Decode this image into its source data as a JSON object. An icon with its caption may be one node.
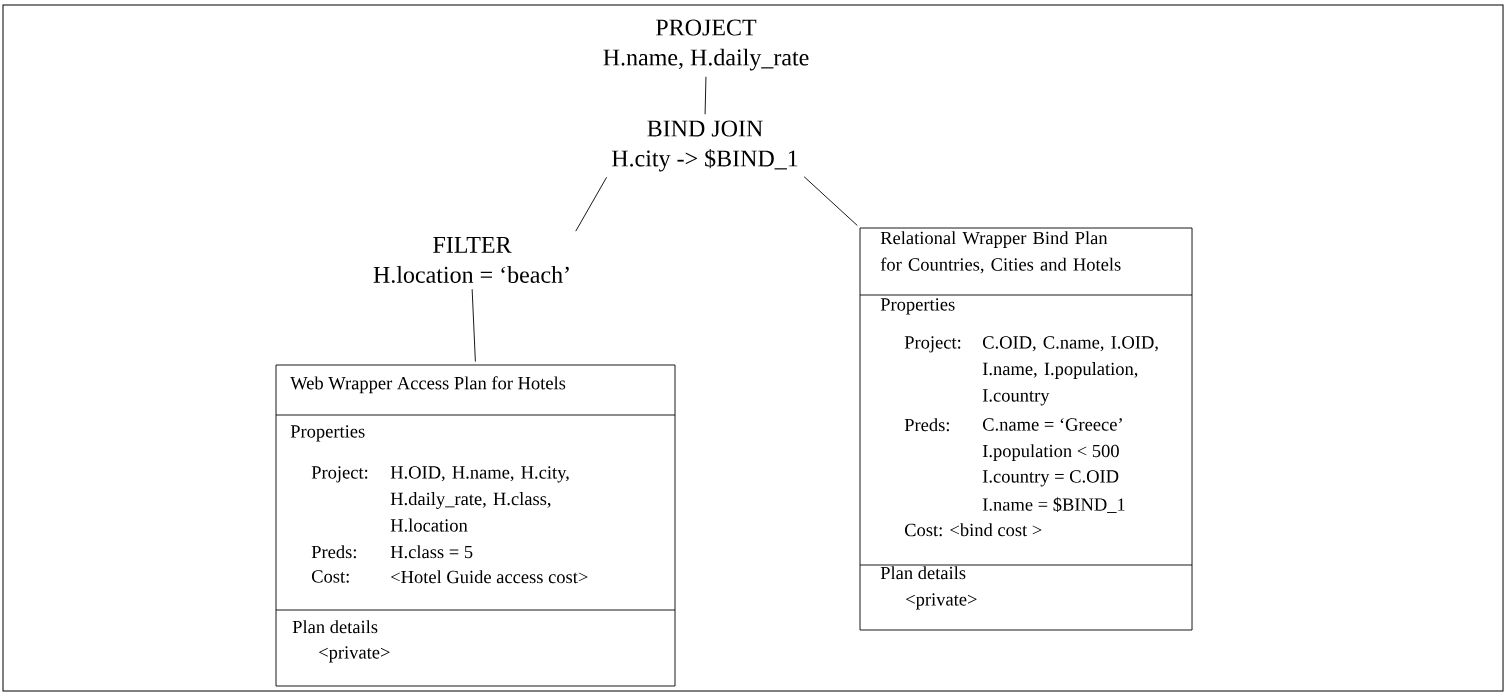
{
  "diagram": {
    "nodes": [
      {
        "text": [
          "PROJECT",
          "H.name, H.daily_rate"
        ]
      },
      {
        "text": [
          "BIND JOIN",
          "H.city -> $BIND_1"
        ]
      },
      {
        "text": [
          "FILTER",
          "H.location = ‘beach’"
        ]
      },
      {
        "text": [
          "Web Wrapper Access Plan for Hotels",
          "Properties",
          "Project:",
          "H.OID, H.name, H.city, H.daily_rate, H.class, H.location",
          "Preds:",
          "H.class = 5",
          "Cost:",
          "<Hotel Guide access cost>",
          "Plan details",
          "<private>"
        ]
      },
      {
        "text": [
          "Relational Wrapper Bind Plan for Countries, Cities and Hotels",
          "Properties",
          "Project:",
          "C.OID, C.name, I.OID, I.name, I.population, I.country",
          "Preds:",
          "C.name = ‘Greece’",
          "I.population < 500",
          "I.country = C.OID",
          "I.name = $BIND_1",
          "Cost: <bind cost >",
          "Plan details",
          "<private>"
        ]
      }
    ],
    "edges": [
      {
        "from": 0,
        "to": 1,
        "arrow": "none"
      },
      {
        "from": 1,
        "to": 2,
        "arrow": "none"
      },
      {
        "from": 1,
        "to": 4,
        "arrow": "none"
      },
      {
        "from": 2,
        "to": 3,
        "arrow": "none"
      }
    ]
  }
}
